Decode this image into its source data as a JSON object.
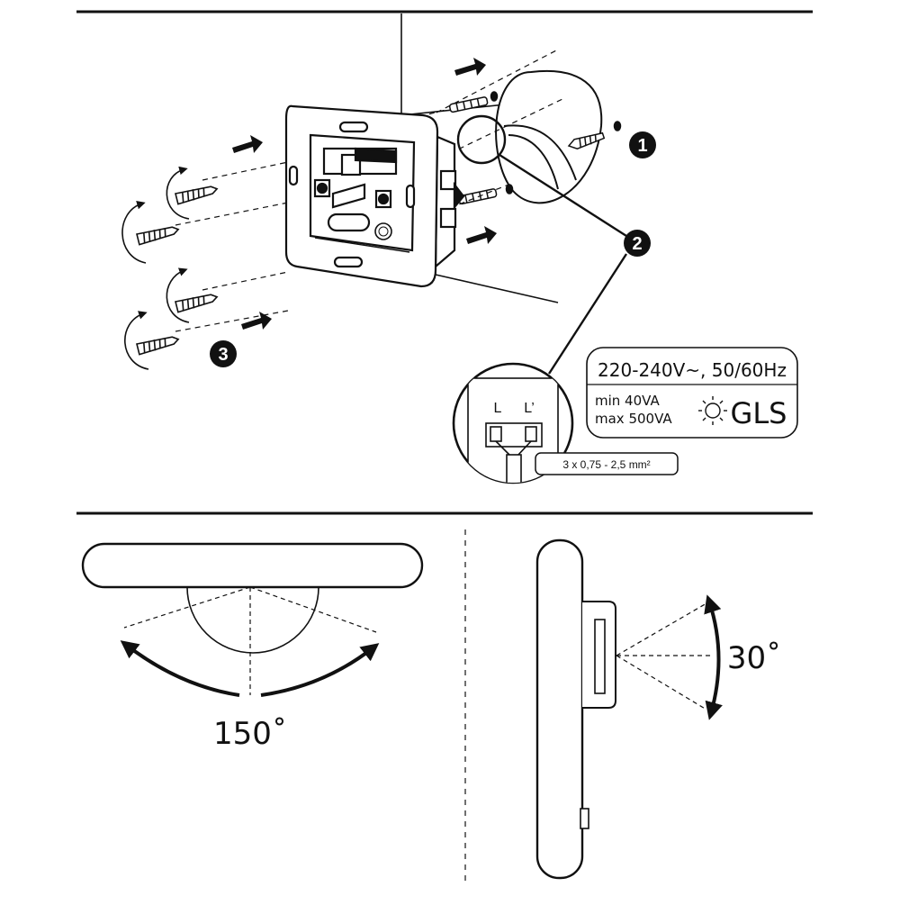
{
  "steps": {
    "step1": "1",
    "step2": "2",
    "step3": "3"
  },
  "spec_box": {
    "voltage": "220-240V~, 50/60Hz",
    "min_load": "min 40VA",
    "max_load": "max 500VA",
    "lamp_type": "GLS",
    "lamp_icon": "sun-bulb-icon"
  },
  "terminals": {
    "live": "L",
    "live_out": "L’"
  },
  "cable_spec": "3 x 0,75 - 2,5 mm²",
  "angles": {
    "horizontal": "150˚",
    "vertical": "30˚"
  },
  "colors": {
    "line": "#111111",
    "background": "#ffffff"
  }
}
